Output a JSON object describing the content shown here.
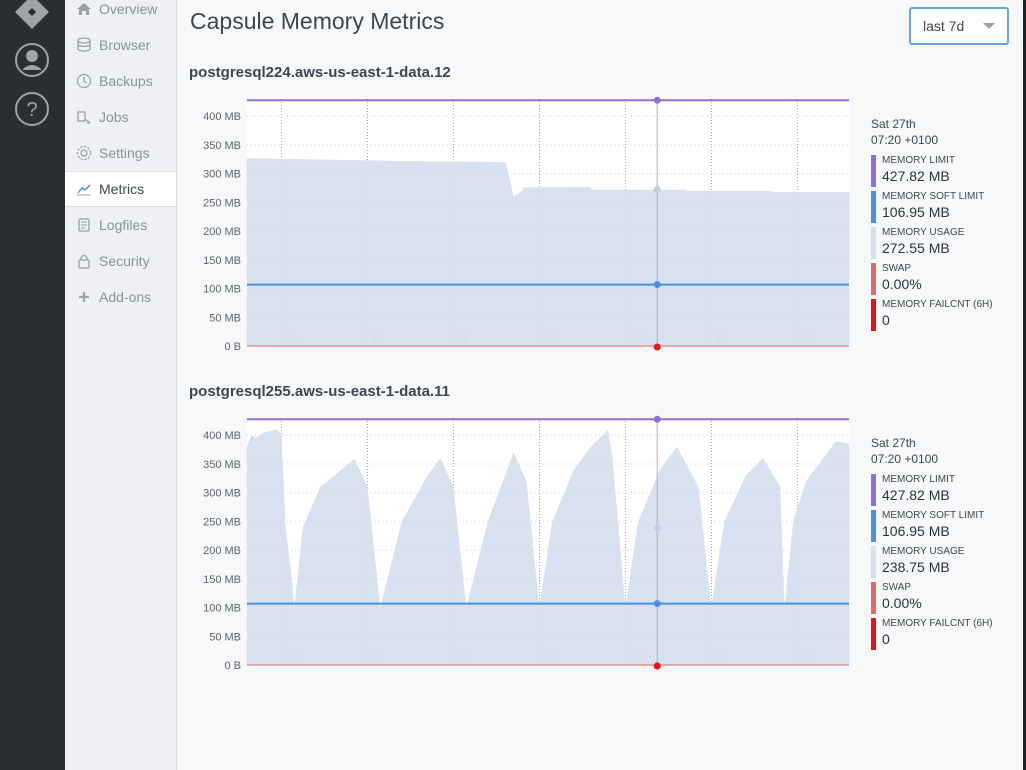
{
  "rail": {
    "icons": [
      "logo-icon",
      "user-icon",
      "help-icon"
    ]
  },
  "subnav": {
    "items": [
      {
        "label": "Overview",
        "icon": "home-icon"
      },
      {
        "label": "Browser",
        "icon": "database-icon"
      },
      {
        "label": "Backups",
        "icon": "history-icon"
      },
      {
        "label": "Jobs",
        "icon": "jobs-icon"
      },
      {
        "label": "Settings",
        "icon": "gear-icon"
      },
      {
        "label": "Metrics",
        "icon": "chart-line-icon",
        "active": true
      },
      {
        "label": "Logfiles",
        "icon": "scroll-icon"
      },
      {
        "label": "Security",
        "icon": "lock-icon"
      },
      {
        "label": "Add-ons",
        "icon": "plus-icon"
      }
    ]
  },
  "header": {
    "title": "Capsule Memory Metrics",
    "range_value": "last 7d"
  },
  "colors": {
    "memory_limit": "#8f6fd8",
    "memory_soft_limit": "#4a90e2",
    "memory_usage": "#d5dfee",
    "swap": "#e06b6b",
    "memory_failcnt": "#ee1111"
  },
  "chart_data": [
    {
      "type": "area",
      "title": "postgresql224.aws-us-east-1-data.12",
      "yticks": [
        "0 B",
        "50 MB",
        "100 MB",
        "150 MB",
        "200 MB",
        "250 MB",
        "300 MB",
        "350 MB",
        "400 MB"
      ],
      "xticks": [
        "23",
        "24",
        "25",
        "26",
        "27",
        "28",
        "29"
      ],
      "ylim": [
        0,
        430
      ],
      "xlim": [
        22.6,
        29.6
      ],
      "grid": true,
      "series": [
        {
          "name": "MEMORY LIMIT",
          "type": "line",
          "value": 427.82
        },
        {
          "name": "MEMORY SOFT LIMIT",
          "type": "line",
          "value": 106.95
        },
        {
          "name": "MEMORY USAGE",
          "type": "area",
          "x": [
            22.6,
            22.9,
            22.91,
            24.4,
            24.41,
            25.6,
            25.61,
            25.7,
            25.8,
            25.81,
            26.6,
            26.61,
            27.7,
            27.71,
            28.7,
            28.71,
            29.6
          ],
          "y": [
            327,
            326,
            326,
            322,
            322,
            320,
            320,
            260,
            270,
            276,
            277,
            272,
            272,
            270,
            270,
            268,
            268
          ]
        },
        {
          "name": "SWAP",
          "type": "line",
          "value": 0
        },
        {
          "name": "MEMORY FAILCNT (6H)",
          "type": "line",
          "value": 0
        }
      ],
      "cursor": {
        "x": 27.37,
        "usage": 272.55
      },
      "legend": {
        "timestamp_day": "Sat 27th",
        "timestamp_time": "07:20 +0100",
        "items": [
          {
            "label": "MEMORY LIMIT",
            "value": "427.82 MB",
            "color": "#8f6fd8"
          },
          {
            "label": "MEMORY SOFT LIMIT",
            "value": "106.95 MB",
            "color": "#4a90e2"
          },
          {
            "label": "MEMORY USAGE",
            "value": "272.55 MB",
            "color": "#d5dfee"
          },
          {
            "label": "SWAP",
            "value": "0.00%",
            "color": "#e06b6b"
          },
          {
            "label": "MEMORY FAILCNT (6H)",
            "value": "0",
            "color": "#ee1111"
          }
        ]
      }
    },
    {
      "type": "area",
      "title": "postgresql255.aws-us-east-1-data.11",
      "yticks": [
        "0 B",
        "50 MB",
        "100 MB",
        "150 MB",
        "200 MB",
        "250 MB",
        "300 MB",
        "350 MB",
        "400 MB"
      ],
      "xticks": [
        "23",
        "24",
        "25",
        "26",
        "27",
        "28",
        "29"
      ],
      "ylim": [
        0,
        430
      ],
      "xlim": [
        22.6,
        29.6
      ],
      "grid": true,
      "series": [
        {
          "name": "MEMORY LIMIT",
          "type": "line",
          "value": 427.82
        },
        {
          "name": "MEMORY SOFT LIMIT",
          "type": "line",
          "value": 106.95
        },
        {
          "name": "MEMORY USAGE",
          "type": "area",
          "x": [
            22.6,
            22.65,
            22.7,
            22.8,
            22.95,
            23.0,
            23.05,
            23.12,
            23.15,
            23.25,
            23.45,
            23.7,
            23.85,
            24.0,
            24.15,
            24.4,
            24.7,
            24.85,
            25.0,
            25.15,
            25.4,
            25.6,
            25.7,
            25.85,
            26.0,
            26.15,
            26.4,
            26.6,
            26.8,
            26.85,
            27.0,
            27.15,
            27.4,
            27.6,
            27.85,
            28.0,
            28.15,
            28.4,
            28.6,
            28.8,
            28.85,
            28.95,
            29.1,
            29.3,
            29.45,
            29.6
          ],
          "y": [
            380,
            400,
            395,
            405,
            410,
            400,
            240,
            150,
            100,
            240,
            310,
            340,
            360,
            310,
            100,
            250,
            330,
            360,
            310,
            100,
            250,
            330,
            370,
            320,
            100,
            250,
            340,
            380,
            410,
            360,
            100,
            250,
            340,
            380,
            310,
            100,
            250,
            330,
            360,
            310,
            100,
            250,
            320,
            360,
            390,
            385
          ]
        },
        {
          "name": "SWAP",
          "type": "line",
          "value": 0
        },
        {
          "name": "MEMORY FAILCNT (6H)",
          "type": "line",
          "value": 0
        }
      ],
      "cursor": {
        "x": 27.37,
        "usage": 238.75
      },
      "legend": {
        "timestamp_day": "Sat 27th",
        "timestamp_time": "07:20 +0100",
        "items": [
          {
            "label": "MEMORY LIMIT",
            "value": "427.82 MB",
            "color": "#8f6fd8"
          },
          {
            "label": "MEMORY SOFT LIMIT",
            "value": "106.95 MB",
            "color": "#4a90e2"
          },
          {
            "label": "MEMORY USAGE",
            "value": "238.75 MB",
            "color": "#d5dfee"
          },
          {
            "label": "SWAP",
            "value": "0.00%",
            "color": "#e06b6b"
          },
          {
            "label": "MEMORY FAILCNT (6H)",
            "value": "0",
            "color": "#ee1111"
          }
        ]
      }
    }
  ]
}
